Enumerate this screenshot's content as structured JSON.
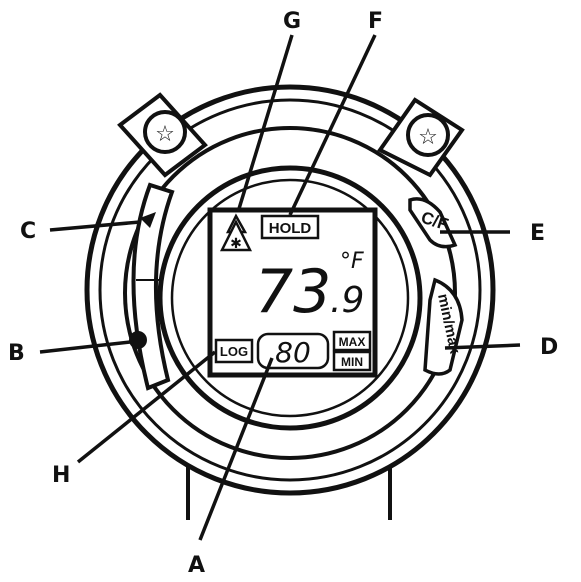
{
  "callouts": {
    "a": "A",
    "b": "B",
    "c": "C",
    "d": "D",
    "e": "E",
    "f": "F",
    "g": "G",
    "h": "H"
  },
  "display": {
    "hold": "HOLD",
    "reading": "73",
    "decimal": ".9",
    "unit": "°F",
    "log": "LOG",
    "counter": "80",
    "max": "MAX",
    "min": "MIN",
    "warning_symbol": "✱"
  },
  "buttons": {
    "cf": "C/F",
    "minmax": "min/max"
  },
  "icons": {
    "screw_left": "screw-star-icon",
    "screw_right": "screw-star-icon",
    "trigger_arrow": "triangle-arrow-icon",
    "trigger_dot": "dot-icon",
    "warning": "warning-triangle-icon"
  }
}
